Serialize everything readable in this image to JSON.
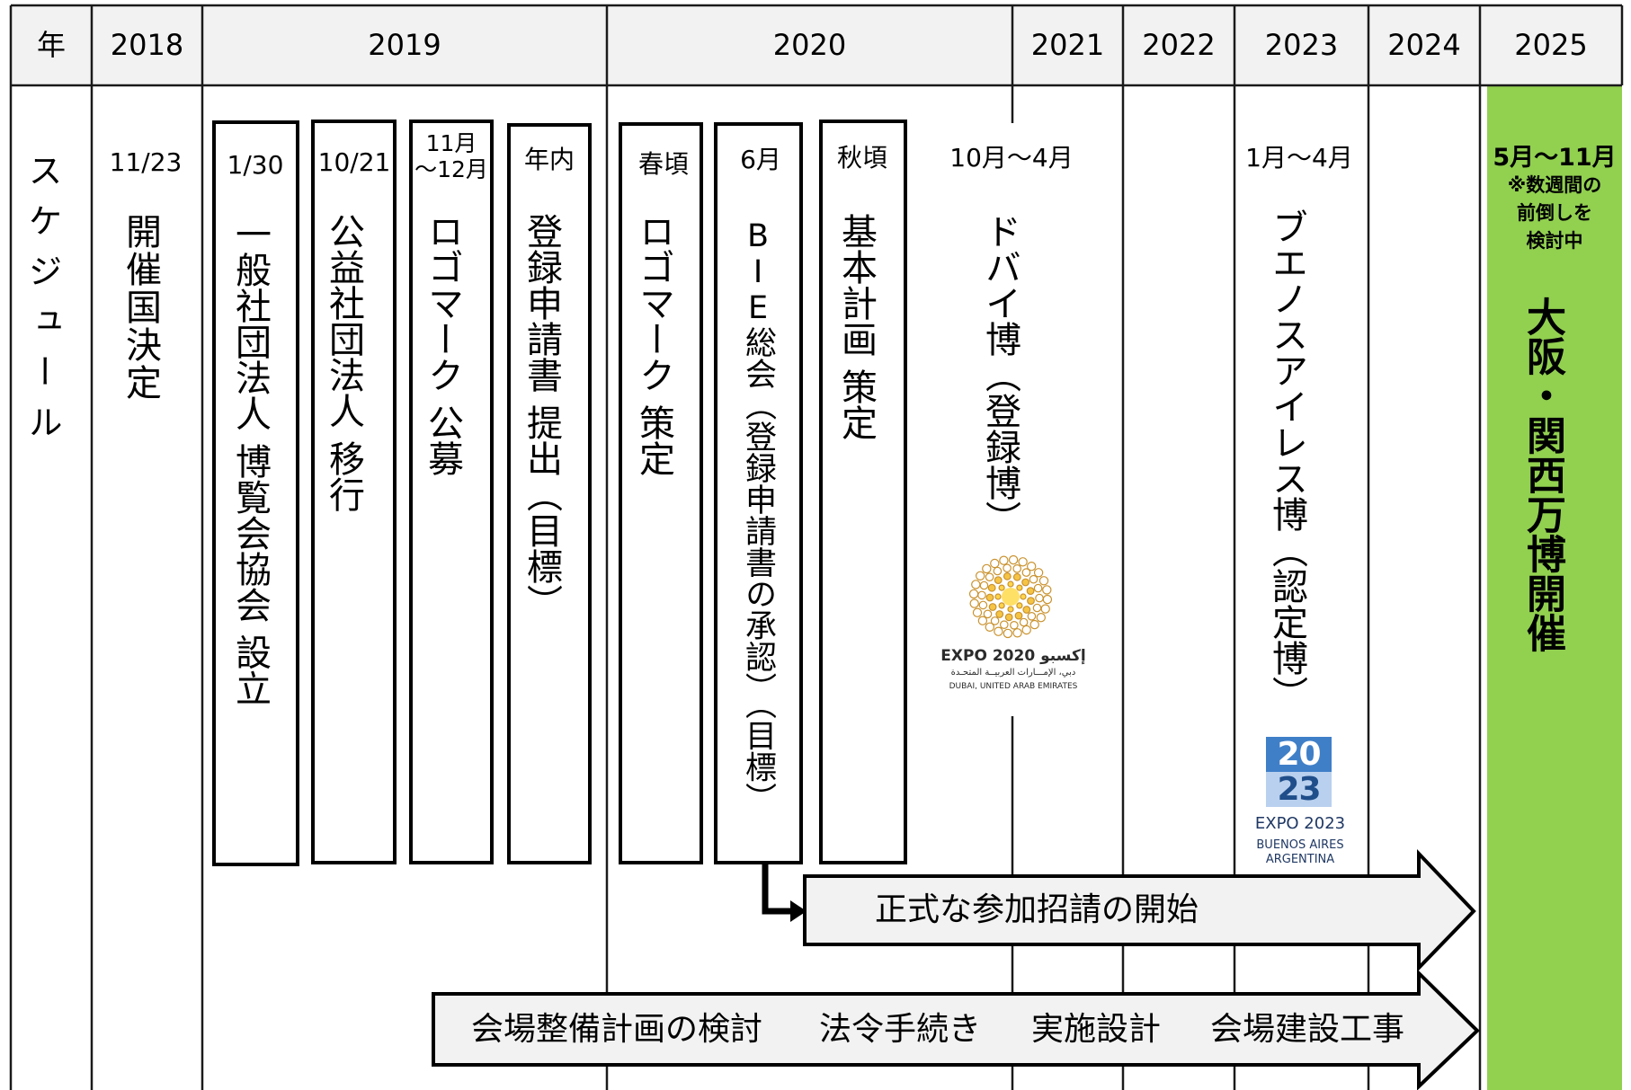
{
  "header": {
    "year_label": "年",
    "years": [
      "2018",
      "2019",
      "2020",
      "2021",
      "2022",
      "2023",
      "2024",
      "2025"
    ]
  },
  "row_label": "スケジュール",
  "events": [
    {
      "date": "11/23",
      "text": "開催国決定"
    },
    {
      "date": "1/30",
      "text": "一般社団法人 博覧会協会 設立"
    },
    {
      "date": "10/21",
      "text": "公益社団法人 移行"
    },
    {
      "date": "11月\n～12月",
      "text": "ロゴマーク 公募"
    },
    {
      "date": "年内",
      "text": "登録申請書 提出（目標）"
    },
    {
      "date": "春頃",
      "text": "ロゴマーク 策定"
    },
    {
      "date": "6月",
      "text": "BIE総会（登録申請書の承認）（目標）"
    },
    {
      "date": "秋頃",
      "text": "基本計画 策定"
    }
  ],
  "expos": [
    {
      "period": "10月～4月",
      "name": "ドバイ博（登録博）",
      "logo": {
        "title": "EXPO 2020 إكسبو",
        "subtitle_ar": "دبي، الإمـــارات العربيــة المتحـدة",
        "subtitle": "DUBAI, UNITED ARAB EMIRATES"
      }
    },
    {
      "period": "1月～4月",
      "name": "ブエノスアイレス博（認定博）",
      "logo": {
        "digits_top": "20",
        "digits_bottom": "23",
        "title": "EXPO 2023",
        "city": "BUENOS AIRES",
        "country": "ARGENTINA"
      }
    }
  ],
  "osaka": {
    "period": "5月～11月",
    "note": [
      "※数週間の",
      "前倒しを",
      "検討中"
    ],
    "title": "大阪・関西万博開催"
  },
  "arrows": {
    "invitation": "正式な参加招請の開始",
    "venue_steps": [
      "会場整備計画の検討",
      "法令手続き",
      "実施設計",
      "会場建設工事"
    ]
  },
  "colors": {
    "header_bg": "#f2f2f2",
    "osaka_column": "#92d050",
    "arrow_fill": "#f2f2f2",
    "dubai_logo_gold": "#c9922e",
    "expo2023_blue": "#3f7fc8"
  }
}
